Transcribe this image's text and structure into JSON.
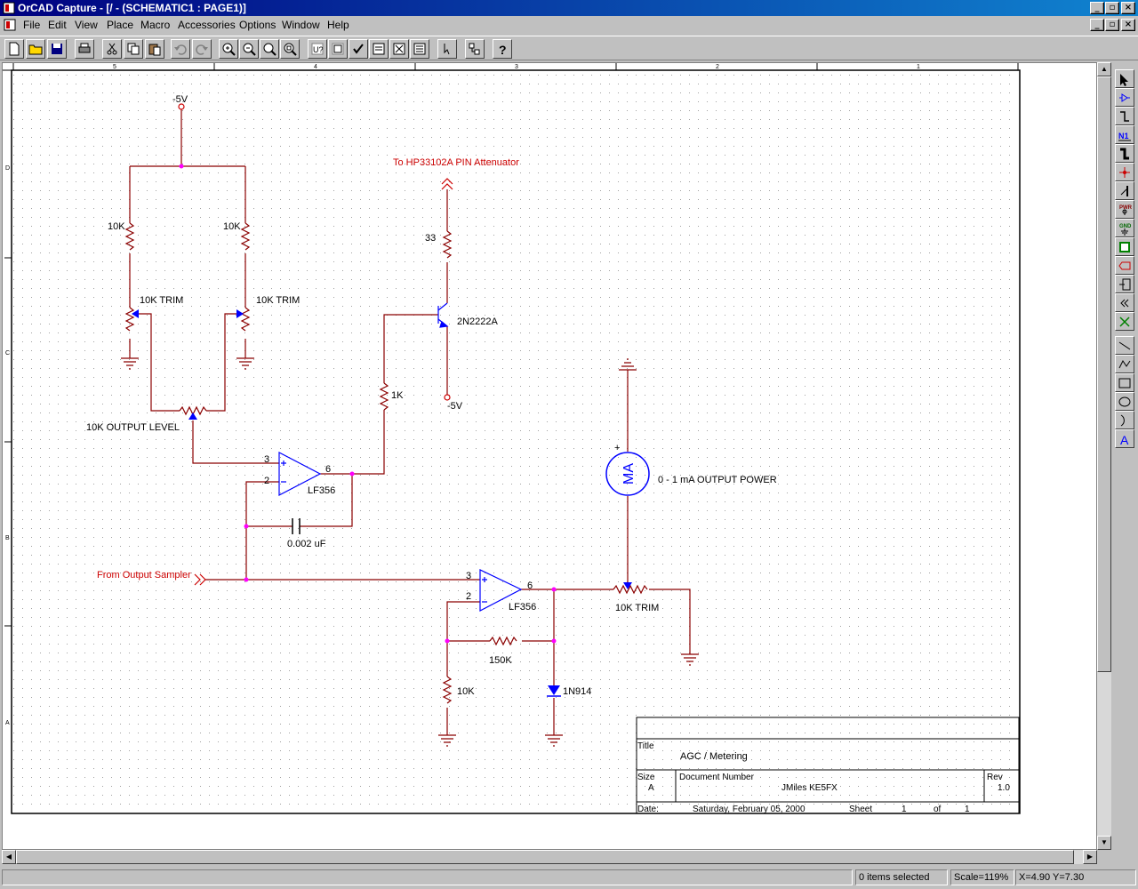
{
  "window": {
    "title": "OrCAD Capture - [/ - (SCHEMATIC1 : PAGE1)]",
    "controls": [
      "_",
      "▫",
      "×"
    ]
  },
  "menu": {
    "items": [
      {
        "label": "File",
        "mnemonic": "F"
      },
      {
        "label": "Edit",
        "mnemonic": "E"
      },
      {
        "label": "View",
        "mnemonic": "V"
      },
      {
        "label": "Place",
        "mnemonic": "P"
      },
      {
        "label": "Macro",
        "mnemonic": "M"
      },
      {
        "label": "Accessories",
        "mnemonic": "A"
      },
      {
        "label": "Options",
        "mnemonic": "O"
      },
      {
        "label": "Window",
        "mnemonic": "W"
      },
      {
        "label": "Help",
        "mnemonic": "H"
      }
    ]
  },
  "toolbar": {
    "icons": [
      "new-icon",
      "open-icon",
      "save-icon",
      "print-icon",
      "cut-icon",
      "copy-icon",
      "paste-icon",
      "undo-icon",
      "redo-icon",
      "zoom-in-icon",
      "zoom-out-icon",
      "zoom-area-icon",
      "zoom-all-icon",
      "annotate-icon",
      "back-annotate-icon",
      "drc-icon",
      "netlist-icon",
      "cross-reference-icon",
      "bill-of-materials-icon",
      "snap-to-grid-icon",
      "project-manager-icon",
      "help-icon"
    ]
  },
  "palette": {
    "icons": [
      "select-icon",
      "place-part-icon",
      "place-wire-icon",
      "place-net-alias-icon",
      "place-bus-icon",
      "place-junction-icon",
      "place-bus-entry-icon",
      "place-power-icon",
      "place-ground-icon",
      "place-hierarchical-block-icon",
      "place-hierarchical-port-icon",
      "place-hierarchical-pin-icon",
      "place-off-page-connector-icon",
      "place-no-connect-icon",
      "place-line-icon",
      "place-polyline-icon",
      "place-rectangle-icon",
      "place-ellipse-icon",
      "place-arc-icon",
      "place-text-icon"
    ]
  },
  "border": {
    "columns": [
      "5",
      "4",
      "3",
      "2",
      "1"
    ],
    "rows": [
      "D",
      "C",
      "B",
      "A"
    ]
  },
  "schematic": {
    "power_top": "-5V",
    "power_npn": "-5V",
    "r_left_top": "10K",
    "r_right_top": "10K",
    "trim_left": "10K TRIM",
    "trim_right": "10K TRIM",
    "output_level": "10K OUTPUT LEVEL",
    "attenuator": "To HP33102A PIN Attenuator",
    "r33": "33",
    "npn": "2N2222A",
    "r1k": "1K",
    "opamp1": "LF356",
    "opamp1_pin_plus": "3",
    "opamp1_pin_minus": "2",
    "opamp1_pin_out": "6",
    "cap": "0.002 uF",
    "sampler": "From Output Sampler",
    "opamp2": "LF356",
    "opamp2_pin_plus": "3",
    "opamp2_pin_minus": "2",
    "opamp2_pin_out": "6",
    "trim_out": "10K TRIM",
    "r150k": "150K",
    "r10k": "10K",
    "diode": "1N914",
    "meter_label": "0 - 1 mA OUTPUT POWER",
    "meter_text": "MA",
    "meter_plus": "+"
  },
  "titleblock": {
    "title_caption": "Title",
    "title_value": "AGC / Metering",
    "size_caption": "Size",
    "size_value": "A",
    "docnum_caption": "Document Number",
    "docnum_value": "JMiles KE5FX",
    "rev_caption": "Rev",
    "rev_value": "1.0",
    "date_caption": "Date:",
    "date_value": "Saturday, February 05, 2000",
    "sheet_caption": "Sheet",
    "sheet_value": "1",
    "of_caption": "of",
    "of_value": "1"
  },
  "status": {
    "selection": "0 items selected",
    "scale": "Scale=119%",
    "coords": "X=4.90  Y=7.30"
  },
  "colors": {
    "wire": "#8b0000",
    "part": "#0000ff",
    "junction": "#ff00ff",
    "label": "#cc0000",
    "titlebar": "#000080"
  }
}
